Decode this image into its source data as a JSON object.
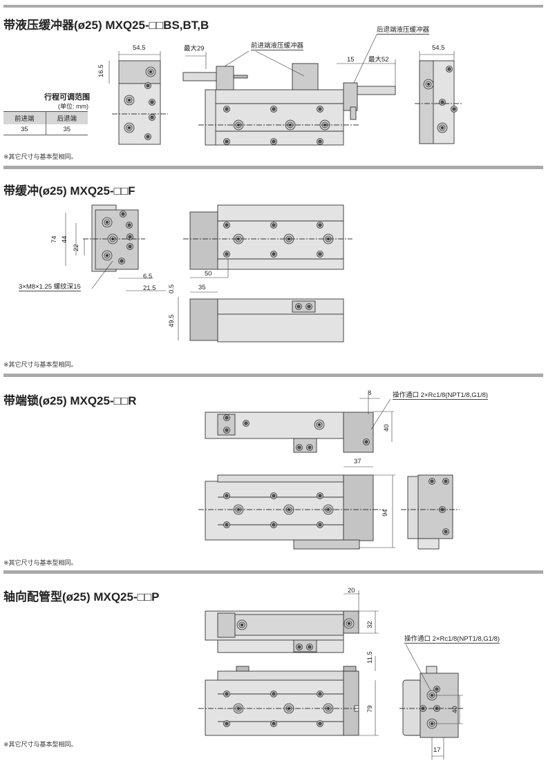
{
  "sections": [
    {
      "title": "带液压缓冲器(ø25) MXQ25-□□BS,BT,B",
      "note": "※其它尺寸与基本型相同。",
      "dims": {
        "width": "54.5",
        "height": "16.5",
        "max_front": "最大29",
        "offset": "15",
        "max_rear": "最大52",
        "width_right": "54.5"
      },
      "callouts": {
        "front": "前进端液压缓冲器",
        "rear": "后退端液压缓冲器"
      },
      "table": {
        "title": "行程可调范围",
        "unit": "(单位: mm)",
        "headers": [
          "前进端",
          "后退端"
        ],
        "rows": [
          [
            "35",
            "35"
          ]
        ]
      }
    },
    {
      "title": "带缓冲(ø25) MXQ25-□□F",
      "note": "※其它尺寸与基本型相同。",
      "dims": {
        "h74": "74",
        "h44": "44",
        "h22": "22",
        "d65": "6.5",
        "d215": "21.5",
        "d50": "50",
        "d35": "35",
        "d05": "0.5",
        "d495": "49.5"
      },
      "callouts": {
        "thread": "3×M8×1.25 螺纹深15"
      }
    },
    {
      "title": "带端锁(ø25) MXQ25-□□R",
      "note": "※其它尺寸与基本型相同。",
      "dims": {
        "d8": "8",
        "d40": "40",
        "d37": "37",
        "d94": "94"
      },
      "callouts": {
        "port": "操作通口 2×Rc1/8(NPT1/8,G1/8)"
      }
    },
    {
      "title": "轴向配管型(ø25) MXQ25-□□P",
      "note": "※其它尺寸与基本型相同。",
      "dims": {
        "d20": "20",
        "d32": "32",
        "d115": "11.5",
        "d79": "79",
        "d40": "40",
        "d17": "17"
      },
      "callouts": {
        "port": "操作通口 2×Rc1/8(NPT1/8,G1/8)"
      }
    }
  ]
}
